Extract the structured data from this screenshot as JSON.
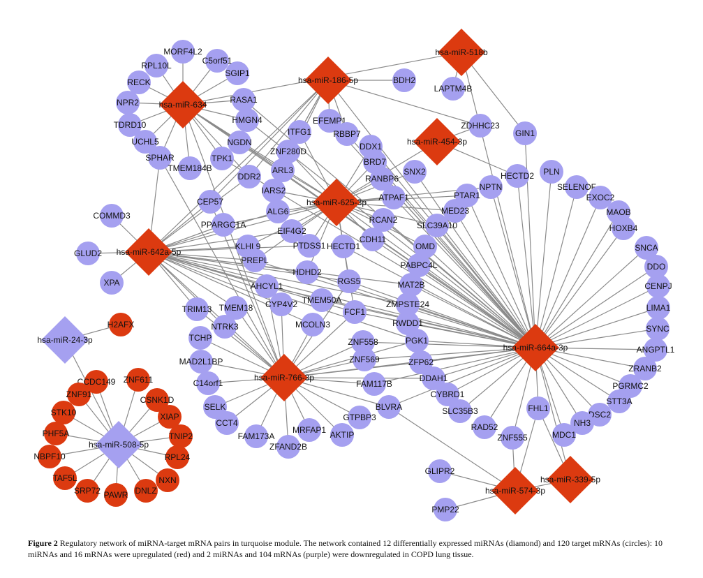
{
  "colors": {
    "up": "#dc3a10",
    "down": "#a5a0f0",
    "edge": "#8a8a8a"
  },
  "caption": {
    "label": "Figure 2",
    "text": "Regulatory network of miRNA-target mRNA pairs in turquoise module. The network contained 12 differentially expressed miRNAs (diamond) and 120 target mRNAs (circles): 10 miRNAs and 16 mRNAs were upregulated (red) and 2 miRNAs and 104 mRNAs (purple) were downregulated in COPD lung tissue."
  },
  "mirnas": [
    {
      "id": "hsa-miR-634",
      "reg": "up"
    },
    {
      "id": "hsa-miR-186-5p",
      "reg": "up"
    },
    {
      "id": "hsa-miR-518b",
      "reg": "up"
    },
    {
      "id": "hsa-miR-454-3p",
      "reg": "up"
    },
    {
      "id": "hsa-miR-625-3p",
      "reg": "up"
    },
    {
      "id": "hsa-miR-642a-5p",
      "reg": "up"
    },
    {
      "id": "hsa-miR-24-3p",
      "reg": "down"
    },
    {
      "id": "hsa-miR-508-5p",
      "reg": "down"
    },
    {
      "id": "hsa-miR-766-3p",
      "reg": "up"
    },
    {
      "id": "hsa-miR-664a-3p",
      "reg": "up"
    },
    {
      "id": "hsa-miR-574-3p",
      "reg": "up"
    },
    {
      "id": "hsa-miR-339-5p",
      "reg": "up"
    }
  ],
  "mrnas": [
    {
      "id": "MORF4L2",
      "reg": "down"
    },
    {
      "id": "C5orf51",
      "reg": "down"
    },
    {
      "id": "RPL10L",
      "reg": "down"
    },
    {
      "id": "RECK",
      "reg": "down"
    },
    {
      "id": "NPR2",
      "reg": "down"
    },
    {
      "id": "TDRD10",
      "reg": "down"
    },
    {
      "id": "UCHL5",
      "reg": "down"
    },
    {
      "id": "SPHAR",
      "reg": "down"
    },
    {
      "id": "TMEM184B",
      "reg": "down"
    },
    {
      "id": "SGIP1",
      "reg": "down"
    },
    {
      "id": "RASA1",
      "reg": "down"
    },
    {
      "id": "HMGN4",
      "reg": "down"
    },
    {
      "id": "NGDN",
      "reg": "down"
    },
    {
      "id": "TPK1",
      "reg": "down"
    },
    {
      "id": "BDH2",
      "reg": "down"
    },
    {
      "id": "LAPTM4B",
      "reg": "down"
    },
    {
      "id": "ZDHHC23",
      "reg": "down"
    },
    {
      "id": "GIN1",
      "reg": "down"
    },
    {
      "id": "EFEMP1",
      "reg": "down"
    },
    {
      "id": "ITFG1",
      "reg": "down"
    },
    {
      "id": "RBBP7",
      "reg": "down"
    },
    {
      "id": "ZNF280D",
      "reg": "down"
    },
    {
      "id": "DDX1",
      "reg": "down"
    },
    {
      "id": "BRD7",
      "reg": "down"
    },
    {
      "id": "SNX2",
      "reg": "down"
    },
    {
      "id": "HECTD2",
      "reg": "down"
    },
    {
      "id": "PLN",
      "reg": "down"
    },
    {
      "id": "SELENOF",
      "reg": "down"
    },
    {
      "id": "EXOC2",
      "reg": "down"
    },
    {
      "id": "MAOB",
      "reg": "down"
    },
    {
      "id": "HOXB4",
      "reg": "down"
    },
    {
      "id": "SNCA",
      "reg": "down"
    },
    {
      "id": "DDO",
      "reg": "down"
    },
    {
      "id": "CENPJ",
      "reg": "down"
    },
    {
      "id": "LIMA1",
      "reg": "down"
    },
    {
      "id": "SYNC",
      "reg": "down"
    },
    {
      "id": "ANGPTL1",
      "reg": "down"
    },
    {
      "id": "ZRANB2",
      "reg": "down"
    },
    {
      "id": "PGRMC2",
      "reg": "down"
    },
    {
      "id": "STT3A",
      "reg": "down"
    },
    {
      "id": "DSC2",
      "reg": "down"
    },
    {
      "id": "NH3",
      "reg": "down"
    },
    {
      "id": "MDC1",
      "reg": "down"
    },
    {
      "id": "FHL1",
      "reg": "down"
    },
    {
      "id": "ZNF555",
      "reg": "down"
    },
    {
      "id": "RAD52",
      "reg": "down"
    },
    {
      "id": "SLC35B3",
      "reg": "down"
    },
    {
      "id": "CYBRD1",
      "reg": "down"
    },
    {
      "id": "DDAH1",
      "reg": "down"
    },
    {
      "id": "ZFP62",
      "reg": "down"
    },
    {
      "id": "PGK1",
      "reg": "down"
    },
    {
      "id": "RWDD1",
      "reg": "down"
    },
    {
      "id": "ZMPSTE24",
      "reg": "down"
    },
    {
      "id": "MAT2B",
      "reg": "down"
    },
    {
      "id": "PABPC4L",
      "reg": "down"
    },
    {
      "id": "OMD",
      "reg": "down"
    },
    {
      "id": "SLC39A10",
      "reg": "down"
    },
    {
      "id": "MED23",
      "reg": "down"
    },
    {
      "id": "PTAR1",
      "reg": "down"
    },
    {
      "id": "NPTN",
      "reg": "down"
    },
    {
      "id": "ATPAF1",
      "reg": "down"
    },
    {
      "id": "RANBP6",
      "reg": "down"
    },
    {
      "id": "RCAN2",
      "reg": "down"
    },
    {
      "id": "CDH11",
      "reg": "down"
    },
    {
      "id": "HECTD1",
      "reg": "down"
    },
    {
      "id": "RGS5",
      "reg": "down"
    },
    {
      "id": "PTDSS1",
      "reg": "down"
    },
    {
      "id": "HDHD2",
      "reg": "down"
    },
    {
      "id": "EIF4G2",
      "reg": "down"
    },
    {
      "id": "ALG6",
      "reg": "down"
    },
    {
      "id": "IARS2",
      "reg": "down"
    },
    {
      "id": "ARL3",
      "reg": "down"
    },
    {
      "id": "DDR2",
      "reg": "down"
    },
    {
      "id": "CEP57",
      "reg": "down"
    },
    {
      "id": "PPARGC1A",
      "reg": "down"
    },
    {
      "id": "KLHL9",
      "reg": "down"
    },
    {
      "id": "PREPL",
      "reg": "down"
    },
    {
      "id": "COMMD3",
      "reg": "down"
    },
    {
      "id": "GLUD2",
      "reg": "down"
    },
    {
      "id": "XPA",
      "reg": "down"
    },
    {
      "id": "AHCYL1",
      "reg": "down"
    },
    {
      "id": "CYP4V2",
      "reg": "down"
    },
    {
      "id": "TMEM50A",
      "reg": "down"
    },
    {
      "id": "FCF1",
      "reg": "down"
    },
    {
      "id": "MCOLN3",
      "reg": "down"
    },
    {
      "id": "TMEM18",
      "reg": "down"
    },
    {
      "id": "TRIM13",
      "reg": "down"
    },
    {
      "id": "NTRK3",
      "reg": "down"
    },
    {
      "id": "TCHP",
      "reg": "down"
    },
    {
      "id": "MAD2L1BP",
      "reg": "down"
    },
    {
      "id": "C14orf1",
      "reg": "down"
    },
    {
      "id": "ZNF558",
      "reg": "down"
    },
    {
      "id": "ZNF569",
      "reg": "down"
    },
    {
      "id": "FAM117B",
      "reg": "down"
    },
    {
      "id": "BLVRA",
      "reg": "down"
    },
    {
      "id": "GTPBP3",
      "reg": "down"
    },
    {
      "id": "AKTIP",
      "reg": "down"
    },
    {
      "id": "MRFAP1",
      "reg": "down"
    },
    {
      "id": "ZFAND2B",
      "reg": "down"
    },
    {
      "id": "FAM173A",
      "reg": "down"
    },
    {
      "id": "CCT4",
      "reg": "down"
    },
    {
      "id": "SELK",
      "reg": "down"
    },
    {
      "id": "GLIPR2",
      "reg": "down"
    },
    {
      "id": "PMP22",
      "reg": "down"
    },
    {
      "id": "H2AFX",
      "reg": "up"
    },
    {
      "id": "CCDC149",
      "reg": "up"
    },
    {
      "id": "ZNF611",
      "reg": "up"
    },
    {
      "id": "ZNF91",
      "reg": "up"
    },
    {
      "id": "CSNK1D",
      "reg": "up"
    },
    {
      "id": "STK10",
      "reg": "up"
    },
    {
      "id": "XIAP",
      "reg": "up"
    },
    {
      "id": "PHF5A",
      "reg": "up"
    },
    {
      "id": "TNIP2",
      "reg": "up"
    },
    {
      "id": "NBPF10",
      "reg": "up"
    },
    {
      "id": "RPL24",
      "reg": "up"
    },
    {
      "id": "TAF5L",
      "reg": "up"
    },
    {
      "id": "NXN",
      "reg": "up"
    },
    {
      "id": "SRP72",
      "reg": "up"
    },
    {
      "id": "PAWR",
      "reg": "up"
    },
    {
      "id": "DNLZ",
      "reg": "up"
    }
  ],
  "edges": [
    [
      "hsa-miR-634",
      "MORF4L2"
    ],
    [
      "hsa-miR-634",
      "C5orf51"
    ],
    [
      "hsa-miR-634",
      "RPL10L"
    ],
    [
      "hsa-miR-634",
      "RECK"
    ],
    [
      "hsa-miR-634",
      "NPR2"
    ],
    [
      "hsa-miR-634",
      "TDRD10"
    ],
    [
      "hsa-miR-634",
      "UCHL5"
    ],
    [
      "hsa-miR-634",
      "SPHAR"
    ],
    [
      "hsa-miR-634",
      "TMEM184B"
    ],
    [
      "hsa-miR-634",
      "SGIP1"
    ],
    [
      "hsa-miR-634",
      "RASA1"
    ],
    [
      "hsa-miR-634",
      "HMGN4"
    ],
    [
      "hsa-miR-634",
      "NGDN"
    ],
    [
      "hsa-miR-634",
      "TPK1"
    ],
    [
      "hsa-miR-634",
      "hsa-miR-518b"
    ],
    [
      "hsa-miR-634",
      "hsa-miR-625-3p"
    ],
    [
      "hsa-miR-634",
      "hsa-miR-766-3p"
    ],
    [
      "hsa-miR-634",
      "hsa-miR-664a-3p"
    ],
    [
      "hsa-miR-634",
      "DDR2"
    ],
    [
      "hsa-miR-634",
      "ARL3"
    ],
    [
      "hsa-miR-186-5p",
      "BDH2"
    ],
    [
      "hsa-miR-186-5p",
      "EFEMP1"
    ],
    [
      "hsa-miR-186-5p",
      "RBBP7"
    ],
    [
      "hsa-miR-186-5p",
      "ITFG1"
    ],
    [
      "hsa-miR-186-5p",
      "ZNF280D"
    ],
    [
      "hsa-miR-186-5p",
      "CEP57"
    ],
    [
      "hsa-miR-186-5p",
      "IARS2"
    ],
    [
      "hsa-miR-186-5p",
      "hsa-miR-664a-3p"
    ],
    [
      "hsa-miR-186-5p",
      "ZDHHC23"
    ],
    [
      "hsa-miR-186-5p",
      "DDR2"
    ],
    [
      "hsa-miR-186-5p",
      "hsa-miR-642a-5p"
    ],
    [
      "hsa-miR-518b",
      "LAPTM4B"
    ],
    [
      "hsa-miR-518b",
      "GIN1"
    ],
    [
      "hsa-miR-518b",
      "hsa-miR-664a-3p"
    ],
    [
      "hsa-miR-454-3p",
      "HECTD2"
    ],
    [
      "hsa-miR-454-3p",
      "hsa-miR-625-3p"
    ],
    [
      "hsa-miR-454-3p",
      "ZDHHC23"
    ],
    [
      "hsa-miR-625-3p",
      "DDX1"
    ],
    [
      "hsa-miR-625-3p",
      "BRD7"
    ],
    [
      "hsa-miR-625-3p",
      "SNX2"
    ],
    [
      "hsa-miR-625-3p",
      "RANBP6"
    ],
    [
      "hsa-miR-625-3p",
      "ATPAF1"
    ],
    [
      "hsa-miR-625-3p",
      "PTAR1"
    ],
    [
      "hsa-miR-625-3p",
      "NPTN"
    ],
    [
      "hsa-miR-625-3p",
      "MED23"
    ],
    [
      "hsa-miR-625-3p",
      "SLC39A10"
    ],
    [
      "hsa-miR-625-3p",
      "RCAN2"
    ],
    [
      "hsa-miR-625-3p",
      "CDH11"
    ],
    [
      "hsa-miR-625-3p",
      "HECTD1"
    ],
    [
      "hsa-miR-625-3p",
      "PTDSS1"
    ],
    [
      "hsa-miR-625-3p",
      "EIF4G2"
    ],
    [
      "hsa-miR-625-3p",
      "ALG6"
    ],
    [
      "hsa-miR-625-3p",
      "IARS2"
    ],
    [
      "hsa-miR-625-3p",
      "ARL3"
    ],
    [
      "hsa-miR-625-3p",
      "ZNF280D"
    ],
    [
      "hsa-miR-625-3p",
      "ITFG1"
    ],
    [
      "hsa-miR-625-3p",
      "hsa-miR-642a-5p"
    ],
    [
      "hsa-miR-625-3p",
      "hsa-miR-664a-3p"
    ],
    [
      "hsa-miR-625-3p",
      "OMD"
    ],
    [
      "hsa-miR-625-3p",
      "RGS5"
    ],
    [
      "hsa-miR-625-3p",
      "PREPL"
    ],
    [
      "hsa-miR-625-3p",
      "HDHD2"
    ],
    [
      "hsa-miR-625-3p",
      "FCF1"
    ],
    [
      "hsa-miR-625-3p",
      "PPARGC1A"
    ],
    [
      "hsa-miR-625-3p",
      "KLHL9"
    ],
    [
      "hsa-miR-642a-5p",
      "COMMD3"
    ],
    [
      "hsa-miR-642a-5p",
      "GLUD2"
    ],
    [
      "hsa-miR-642a-5p",
      "XPA"
    ],
    [
      "hsa-miR-642a-5p",
      "SPHAR"
    ],
    [
      "hsa-miR-642a-5p",
      "CEP57"
    ],
    [
      "hsa-miR-642a-5p",
      "DDR2"
    ],
    [
      "hsa-miR-642a-5p",
      "PPARGC1A"
    ],
    [
      "hsa-miR-642a-5p",
      "KLHL9"
    ],
    [
      "hsa-miR-642a-5p",
      "PREPL"
    ],
    [
      "hsa-miR-642a-5p",
      "AHCYL1"
    ],
    [
      "hsa-miR-642a-5p",
      "CYP4V2"
    ],
    [
      "hsa-miR-642a-5p",
      "TRIM13"
    ],
    [
      "hsa-miR-642a-5p",
      "TMEM18"
    ],
    [
      "hsa-miR-642a-5p",
      "NTRK3"
    ],
    [
      "hsa-miR-642a-5p",
      "hsa-miR-766-3p"
    ],
    [
      "hsa-miR-642a-5p",
      "hsa-miR-664a-3p"
    ],
    [
      "hsa-miR-642a-5p",
      "ALG6"
    ],
    [
      "hsa-miR-642a-5p",
      "EIF4G2"
    ],
    [
      "hsa-miR-642a-5p",
      "PTDSS1"
    ],
    [
      "hsa-miR-642a-5p",
      "HDHD2"
    ],
    [
      "hsa-miR-642a-5p",
      "RGS5"
    ],
    [
      "hsa-miR-642a-5p",
      "MCOLN3"
    ],
    [
      "hsa-miR-642a-5p",
      "TMEM50A"
    ],
    [
      "hsa-miR-642a-5p",
      "FCF1"
    ],
    [
      "hsa-miR-642a-5p",
      "PGK1"
    ],
    [
      "hsa-miR-642a-5p",
      "MAT2B"
    ],
    [
      "hsa-miR-642a-5p",
      "ZMPSTE24"
    ],
    [
      "hsa-miR-24-3p",
      "H2AFX"
    ],
    [
      "hsa-miR-24-3p",
      "hsa-miR-508-5p"
    ],
    [
      "hsa-miR-508-5p",
      "CCDC149"
    ],
    [
      "hsa-miR-508-5p",
      "ZNF611"
    ],
    [
      "hsa-miR-508-5p",
      "ZNF91"
    ],
    [
      "hsa-miR-508-5p",
      "CSNK1D"
    ],
    [
      "hsa-miR-508-5p",
      "STK10"
    ],
    [
      "hsa-miR-508-5p",
      "XIAP"
    ],
    [
      "hsa-miR-508-5p",
      "PHF5A"
    ],
    [
      "hsa-miR-508-5p",
      "TNIP2"
    ],
    [
      "hsa-miR-508-5p",
      "NBPF10"
    ],
    [
      "hsa-miR-508-5p",
      "RPL24"
    ],
    [
      "hsa-miR-508-5p",
      "TAF5L"
    ],
    [
      "hsa-miR-508-5p",
      "NXN"
    ],
    [
      "hsa-miR-508-5p",
      "SRP72"
    ],
    [
      "hsa-miR-508-5p",
      "PAWR"
    ],
    [
      "hsa-miR-508-5p",
      "DNLZ"
    ],
    [
      "hsa-miR-766-3p",
      "TRIM13"
    ],
    [
      "hsa-miR-766-3p",
      "TCHP"
    ],
    [
      "hsa-miR-766-3p",
      "MAD2L1BP"
    ],
    [
      "hsa-miR-766-3p",
      "C14orf1"
    ],
    [
      "hsa-miR-766-3p",
      "SELK"
    ],
    [
      "hsa-miR-766-3p",
      "CCT4"
    ],
    [
      "hsa-miR-766-3p",
      "FAM173A"
    ],
    [
      "hsa-miR-766-3p",
      "ZFAND2B"
    ],
    [
      "hsa-miR-766-3p",
      "MRFAP1"
    ],
    [
      "hsa-miR-766-3p",
      "AKTIP"
    ],
    [
      "hsa-miR-766-3p",
      "GTPBP3"
    ],
    [
      "hsa-miR-766-3p",
      "BLVRA"
    ],
    [
      "hsa-miR-766-3p",
      "FAM117B"
    ],
    [
      "hsa-miR-766-3p",
      "ZNF569"
    ],
    [
      "hsa-miR-766-3p",
      "ZNF558"
    ],
    [
      "hsa-miR-766-3p",
      "FCF1"
    ],
    [
      "hsa-miR-766-3p",
      "MCOLN3"
    ],
    [
      "hsa-miR-766-3p",
      "NTRK3"
    ],
    [
      "hsa-miR-766-3p",
      "TMEM18"
    ],
    [
      "hsa-miR-766-3p",
      "CYP4V2"
    ],
    [
      "hsa-miR-766-3p",
      "AHCYL1"
    ],
    [
      "hsa-miR-766-3p",
      "CEP57"
    ],
    [
      "hsa-miR-766-3p",
      "hsa-miR-664a-3p"
    ],
    [
      "hsa-miR-766-3p",
      "DDAH1"
    ],
    [
      "hsa-miR-766-3p",
      "RGS5"
    ],
    [
      "hsa-miR-766-3p",
      "ZFP62"
    ],
    [
      "hsa-miR-766-3p",
      "PGK1"
    ],
    [
      "hsa-miR-766-3p",
      "SPHAR"
    ],
    [
      "hsa-miR-664a-3p",
      "PLN"
    ],
    [
      "hsa-miR-664a-3p",
      "SELENOF"
    ],
    [
      "hsa-miR-664a-3p",
      "EXOC2"
    ],
    [
      "hsa-miR-664a-3p",
      "MAOB"
    ],
    [
      "hsa-miR-664a-3p",
      "HOXB4"
    ],
    [
      "hsa-miR-664a-3p",
      "SNCA"
    ],
    [
      "hsa-miR-664a-3p",
      "DDO"
    ],
    [
      "hsa-miR-664a-3p",
      "CENPJ"
    ],
    [
      "hsa-miR-664a-3p",
      "LIMA1"
    ],
    [
      "hsa-miR-664a-3p",
      "SYNC"
    ],
    [
      "hsa-miR-664a-3p",
      "ANGPTL1"
    ],
    [
      "hsa-miR-664a-3p",
      "ZRANB2"
    ],
    [
      "hsa-miR-664a-3p",
      "PGRMC2"
    ],
    [
      "hsa-miR-664a-3p",
      "STT3A"
    ],
    [
      "hsa-miR-664a-3p",
      "DSC2"
    ],
    [
      "hsa-miR-664a-3p",
      "NH3"
    ],
    [
      "hsa-miR-664a-3p",
      "MDC1"
    ],
    [
      "hsa-miR-664a-3p",
      "FHL1"
    ],
    [
      "hsa-miR-664a-3p",
      "ZNF555"
    ],
    [
      "hsa-miR-664a-3p",
      "RAD52"
    ],
    [
      "hsa-miR-664a-3p",
      "SLC35B3"
    ],
    [
      "hsa-miR-664a-3p",
      "CYBRD1"
    ],
    [
      "hsa-miR-664a-3p",
      "DDAH1"
    ],
    [
      "hsa-miR-664a-3p",
      "ZFP62"
    ],
    [
      "hsa-miR-664a-3p",
      "PGK1"
    ],
    [
      "hsa-miR-664a-3p",
      "RWDD1"
    ],
    [
      "hsa-miR-664a-3p",
      "ZMPSTE24"
    ],
    [
      "hsa-miR-664a-3p",
      "MAT2B"
    ],
    [
      "hsa-miR-664a-3p",
      "PABPC4L"
    ],
    [
      "hsa-miR-664a-3p",
      "OMD"
    ],
    [
      "hsa-miR-664a-3p",
      "SLC39A10"
    ],
    [
      "hsa-miR-664a-3p",
      "MED23"
    ],
    [
      "hsa-miR-664a-3p",
      "PTAR1"
    ],
    [
      "hsa-miR-664a-3p",
      "NPTN"
    ],
    [
      "hsa-miR-664a-3p",
      "HECTD2"
    ],
    [
      "hsa-miR-664a-3p",
      "GIN1"
    ],
    [
      "hsa-miR-664a-3p",
      "CDH11"
    ],
    [
      "hsa-miR-664a-3p",
      "RCAN2"
    ],
    [
      "hsa-miR-664a-3p",
      "ATPAF1"
    ],
    [
      "hsa-miR-664a-3p",
      "HECTD1"
    ],
    [
      "hsa-miR-664a-3p",
      "FCF1"
    ],
    [
      "hsa-miR-664a-3p",
      "ZNF558"
    ],
    [
      "hsa-miR-664a-3p",
      "ZNF569"
    ],
    [
      "hsa-miR-664a-3p",
      "FAM117B"
    ],
    [
      "hsa-miR-664a-3p",
      "BLVRA"
    ],
    [
      "hsa-miR-664a-3p",
      "TMEM50A"
    ],
    [
      "hsa-miR-664a-3p",
      "AHCYL1"
    ],
    [
      "hsa-miR-664a-3p",
      "PREPL"
    ],
    [
      "hsa-miR-664a-3p",
      "TPK1"
    ],
    [
      "hsa-miR-664a-3p",
      "NGDN"
    ],
    [
      "hsa-miR-664a-3p",
      "HMGN4"
    ],
    [
      "hsa-miR-664a-3p",
      "RASA1"
    ],
    [
      "hsa-miR-664a-3p",
      "RBBP7"
    ],
    [
      "hsa-miR-664a-3p",
      "EFEMP1"
    ],
    [
      "hsa-miR-664a-3p",
      "SNX2"
    ],
    [
      "hsa-miR-664a-3p",
      "DDX1"
    ],
    [
      "hsa-miR-664a-3p",
      "BRD7"
    ],
    [
      "hsa-miR-664a-3p",
      "RANBP6"
    ],
    [
      "hsa-miR-664a-3p",
      "RGS5"
    ],
    [
      "hsa-miR-664a-3p",
      "HDHD2"
    ],
    [
      "hsa-miR-574-3p",
      "GLIPR2"
    ],
    [
      "hsa-miR-574-3p",
      "PMP22"
    ],
    [
      "hsa-miR-574-3p",
      "ZNF555"
    ],
    [
      "hsa-miR-574-3p",
      "FHL1"
    ],
    [
      "hsa-miR-574-3p",
      "BLVRA"
    ],
    [
      "hsa-miR-574-3p",
      "hsa-miR-339-5p"
    ],
    [
      "hsa-miR-339-5p",
      "FHL1"
    ],
    [
      "hsa-miR-339-5p",
      "hsa-miR-664a-3p"
    ]
  ]
}
